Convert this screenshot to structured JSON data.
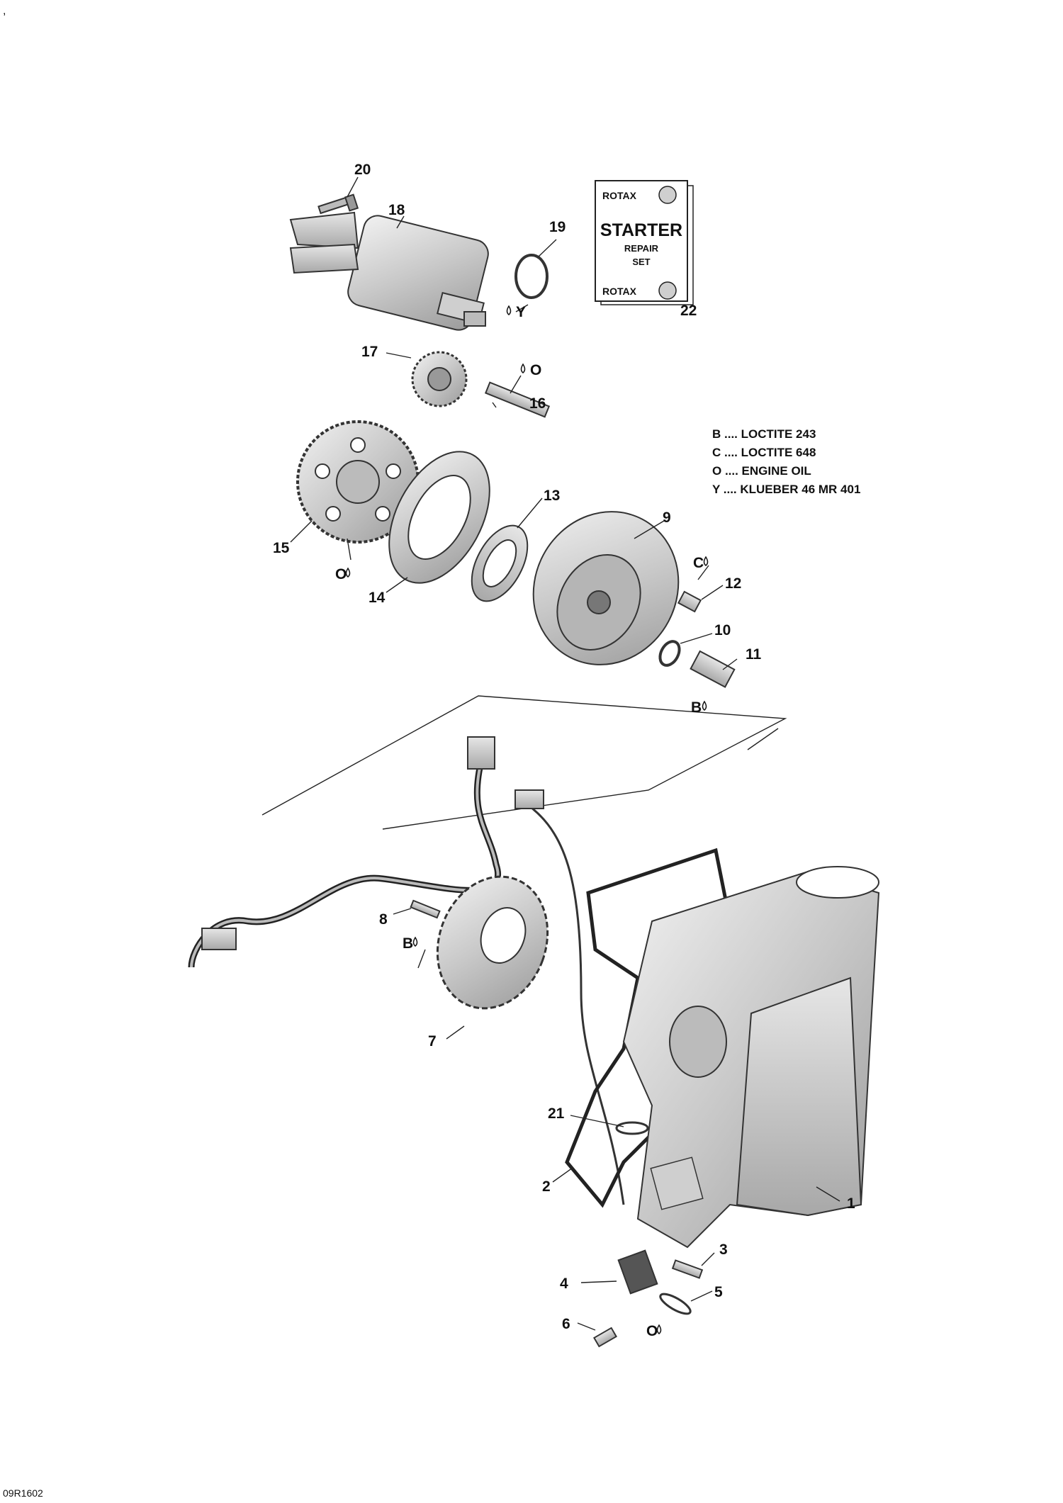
{
  "corner_mark": ",",
  "reference_code": "09R1602",
  "legend": [
    {
      "code": "B",
      "text": "B .... LOCTITE 243"
    },
    {
      "code": "C",
      "text": "C .... LOCTITE 648"
    },
    {
      "code": "O",
      "text": "O .... ENGINE OIL"
    },
    {
      "code": "Y",
      "text": "Y .... KLUEBER  46 MR 401"
    }
  ],
  "repair_kit": {
    "brand_top": "ROTAX",
    "title": "STARTER",
    "line1": "REPAIR",
    "line2": "SET",
    "brand_bottom": "ROTAX"
  },
  "callouts": {
    "c1": "1",
    "c2": "2",
    "c3": "3",
    "c4": "4",
    "c5": "5",
    "c6": "6",
    "c7": "7",
    "c8": "8",
    "c9": "9",
    "c10": "10",
    "c11": "11",
    "c12": "12",
    "c13": "13",
    "c14": "14",
    "c15": "15",
    "c16": "16",
    "c17": "17",
    "c18": "18",
    "c19": "19",
    "c20": "20",
    "c21": "21",
    "c22": "22"
  },
  "lube_marks": {
    "y19": "Y",
    "o16": "O",
    "o15": "O",
    "c12": "C",
    "b11": "B",
    "b8": "B",
    "o5": "O"
  }
}
